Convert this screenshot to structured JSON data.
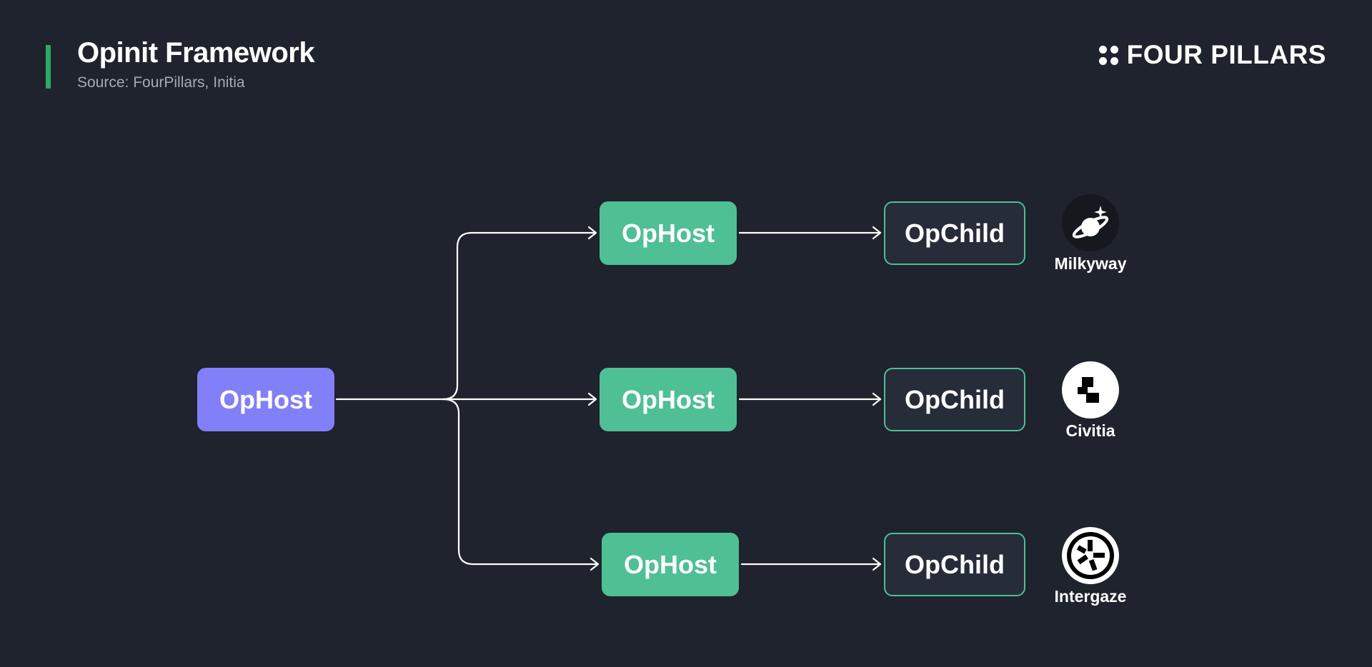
{
  "header": {
    "title": "Opinit Framework",
    "subtitle": "Source: FourPillars, Initia",
    "brand": "FOUR PILLARS"
  },
  "diagram": {
    "root": {
      "label": "OpHost"
    },
    "rows": [
      {
        "host": "OpHost",
        "child": "OpChild",
        "project": "Milkyway",
        "icon": "planet-icon"
      },
      {
        "host": "OpHost",
        "child": "OpChild",
        "project": "Civitia",
        "icon": "civitia-icon"
      },
      {
        "host": "OpHost",
        "child": "OpChild",
        "project": "Intergaze",
        "icon": "intergaze-icon"
      }
    ]
  },
  "colors": {
    "background": "#1e232d",
    "accent": "#2fa866",
    "root_node": "#8180f8",
    "host_node": "#4fbf94",
    "child_border": "#4fbf94"
  }
}
